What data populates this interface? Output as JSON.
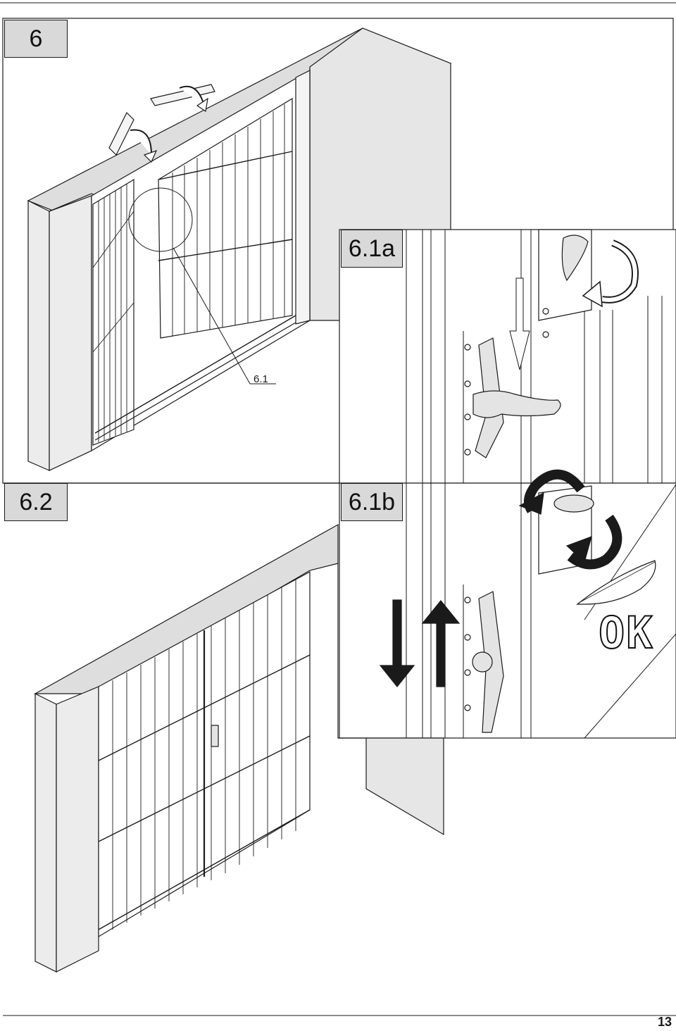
{
  "steps": {
    "main": "6",
    "detail_a": "6.1a",
    "detail_b": "6.1b",
    "double_door": "6.2"
  },
  "callout": "6.1",
  "ok_label": "OK",
  "page_number": "13",
  "colors": {
    "label_fill": "#d9d9d9",
    "wall_face": "#ececec",
    "wall_top": "#dedede",
    "line": "#1a1a1a"
  },
  "icons": [
    "rotate-arrow-icon",
    "down-arrow-icon",
    "up-arrow-icon",
    "feather-icon",
    "ok-check-icon"
  ]
}
